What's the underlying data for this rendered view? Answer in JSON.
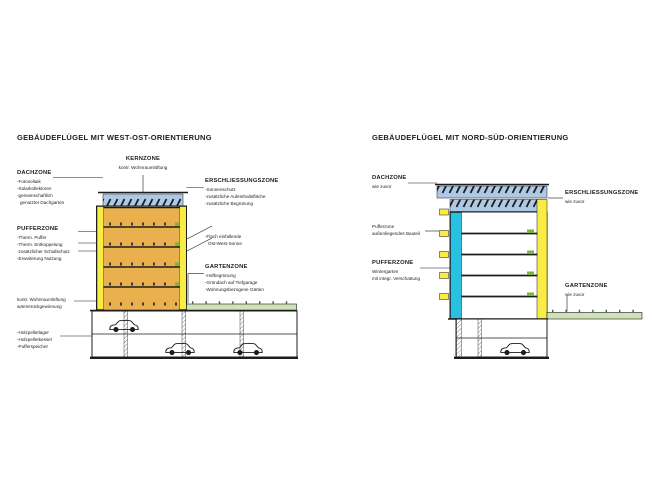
{
  "colors": {
    "roof_blue": "#aec9e5",
    "floor_orange": "#eab04e",
    "accent_yellow": "#f8ec45",
    "wintergarden_cyan": "#29c1e2",
    "garden_green": "#cfe2b8",
    "plant_green": "#7fb43c",
    "line_dark": "#1c1c1c"
  },
  "left": {
    "title": "GEBÄUDEFLÜGEL MIT WEST-OST-ORIENTIERUNG",
    "kernzone": {
      "label": "KERNZONE",
      "note": "kontr. Wohnraumlüftung"
    },
    "dachzone": {
      "label": "DACHZONE",
      "items": [
        "-Fotovoltaik",
        "-Solarkollektoren",
        "-gemeinschaftlich",
        "genutzter Dachgarten"
      ]
    },
    "pufferzone": {
      "label": "PUFFERZONE",
      "items": [
        "-Therm. Puffer",
        "-Therm. Entkoppelung",
        "-zusätzlicher Schallschutz",
        "-Erweiterung Nutzung"
      ]
    },
    "technik": {
      "items": [
        "kontr. Wohnraumlüftung",
        "wärmerückgewinnung"
      ]
    },
    "keller": {
      "items": [
        "-Holzpelletlager",
        "-Holzpelletkessel",
        "-Pufferspeicher"
      ]
    },
    "erschliessungszone": {
      "label": "ERSCHLIESSUNGSZONE",
      "items": [
        "-Sonnenschutz",
        "-zusätzliche Aufenthaltsfläche",
        "-zusätzliche Begrünung"
      ]
    },
    "sonne": {
      "items": [
        "-Flach einfallende",
        "Ost-West-Sonne"
      ]
    },
    "gartenzone": {
      "label": "GARTENZONE",
      "items": [
        "-Hofbegrünung",
        "-Gründach auf Tiefgarage",
        "-Wohnungsbezogene Gärten"
      ]
    }
  },
  "right": {
    "title": "GEBÄUDEFLÜGEL MIT NORD-SÜD-ORIENTIERUNG",
    "dachzone": {
      "label": "DACHZONE",
      "note": "wie zuvor"
    },
    "puffer_bauteil": {
      "label": "Pufferzone",
      "note": "außenliegendes Bauteil"
    },
    "pufferzone": {
      "label": "PUFFERZONE",
      "items": [
        "Wintergarten",
        "mit integr. Verschattung"
      ]
    },
    "erschliessungszone": {
      "label": "ERSCHLIESSUNGSZONE",
      "note": "wie zuvor"
    },
    "gartenzone": {
      "label": "GARTENZONE",
      "note": "wie zuvor"
    }
  }
}
